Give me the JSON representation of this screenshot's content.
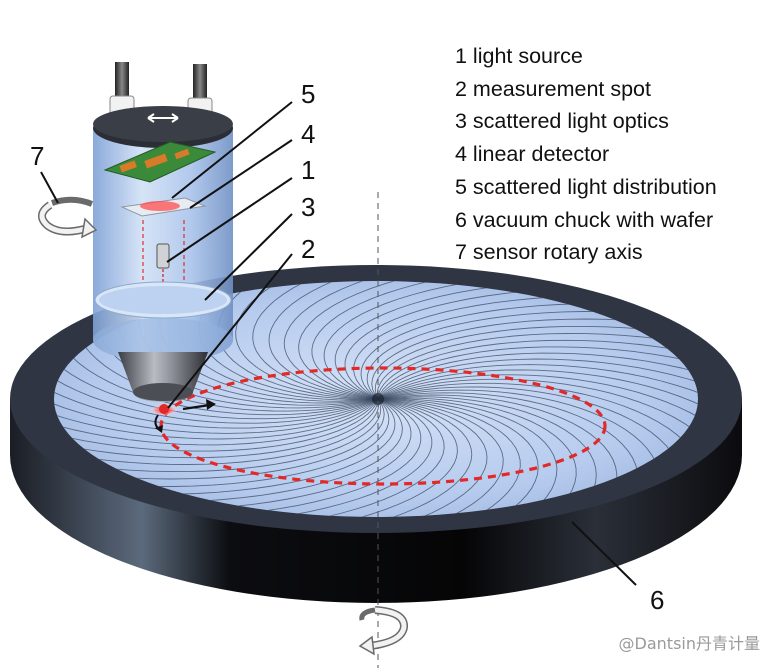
{
  "legend": [
    "1 light source",
    "2 measurement spot",
    "3 scattered light optics",
    "4 linear detector",
    "5 scattered light distribution",
    "6 vacuum chuck with wafer",
    "7 sensor rotary axis"
  ],
  "callouts": [
    "1",
    "2",
    "3",
    "4",
    "5",
    "6",
    "7"
  ],
  "watermark": "@Dantsin丹青计量",
  "colors": {
    "wafer_surface": "#b9cdef",
    "wafer_lines": "#3a4a60",
    "chuck_side": "#0d0d10",
    "scan_path": "#e32828",
    "sensor_glass": "#a9c3ea",
    "pcb": "#3a8a3a"
  },
  "icons": [
    "rotation-arrow-icon",
    "direction-arrow-icon"
  ]
}
